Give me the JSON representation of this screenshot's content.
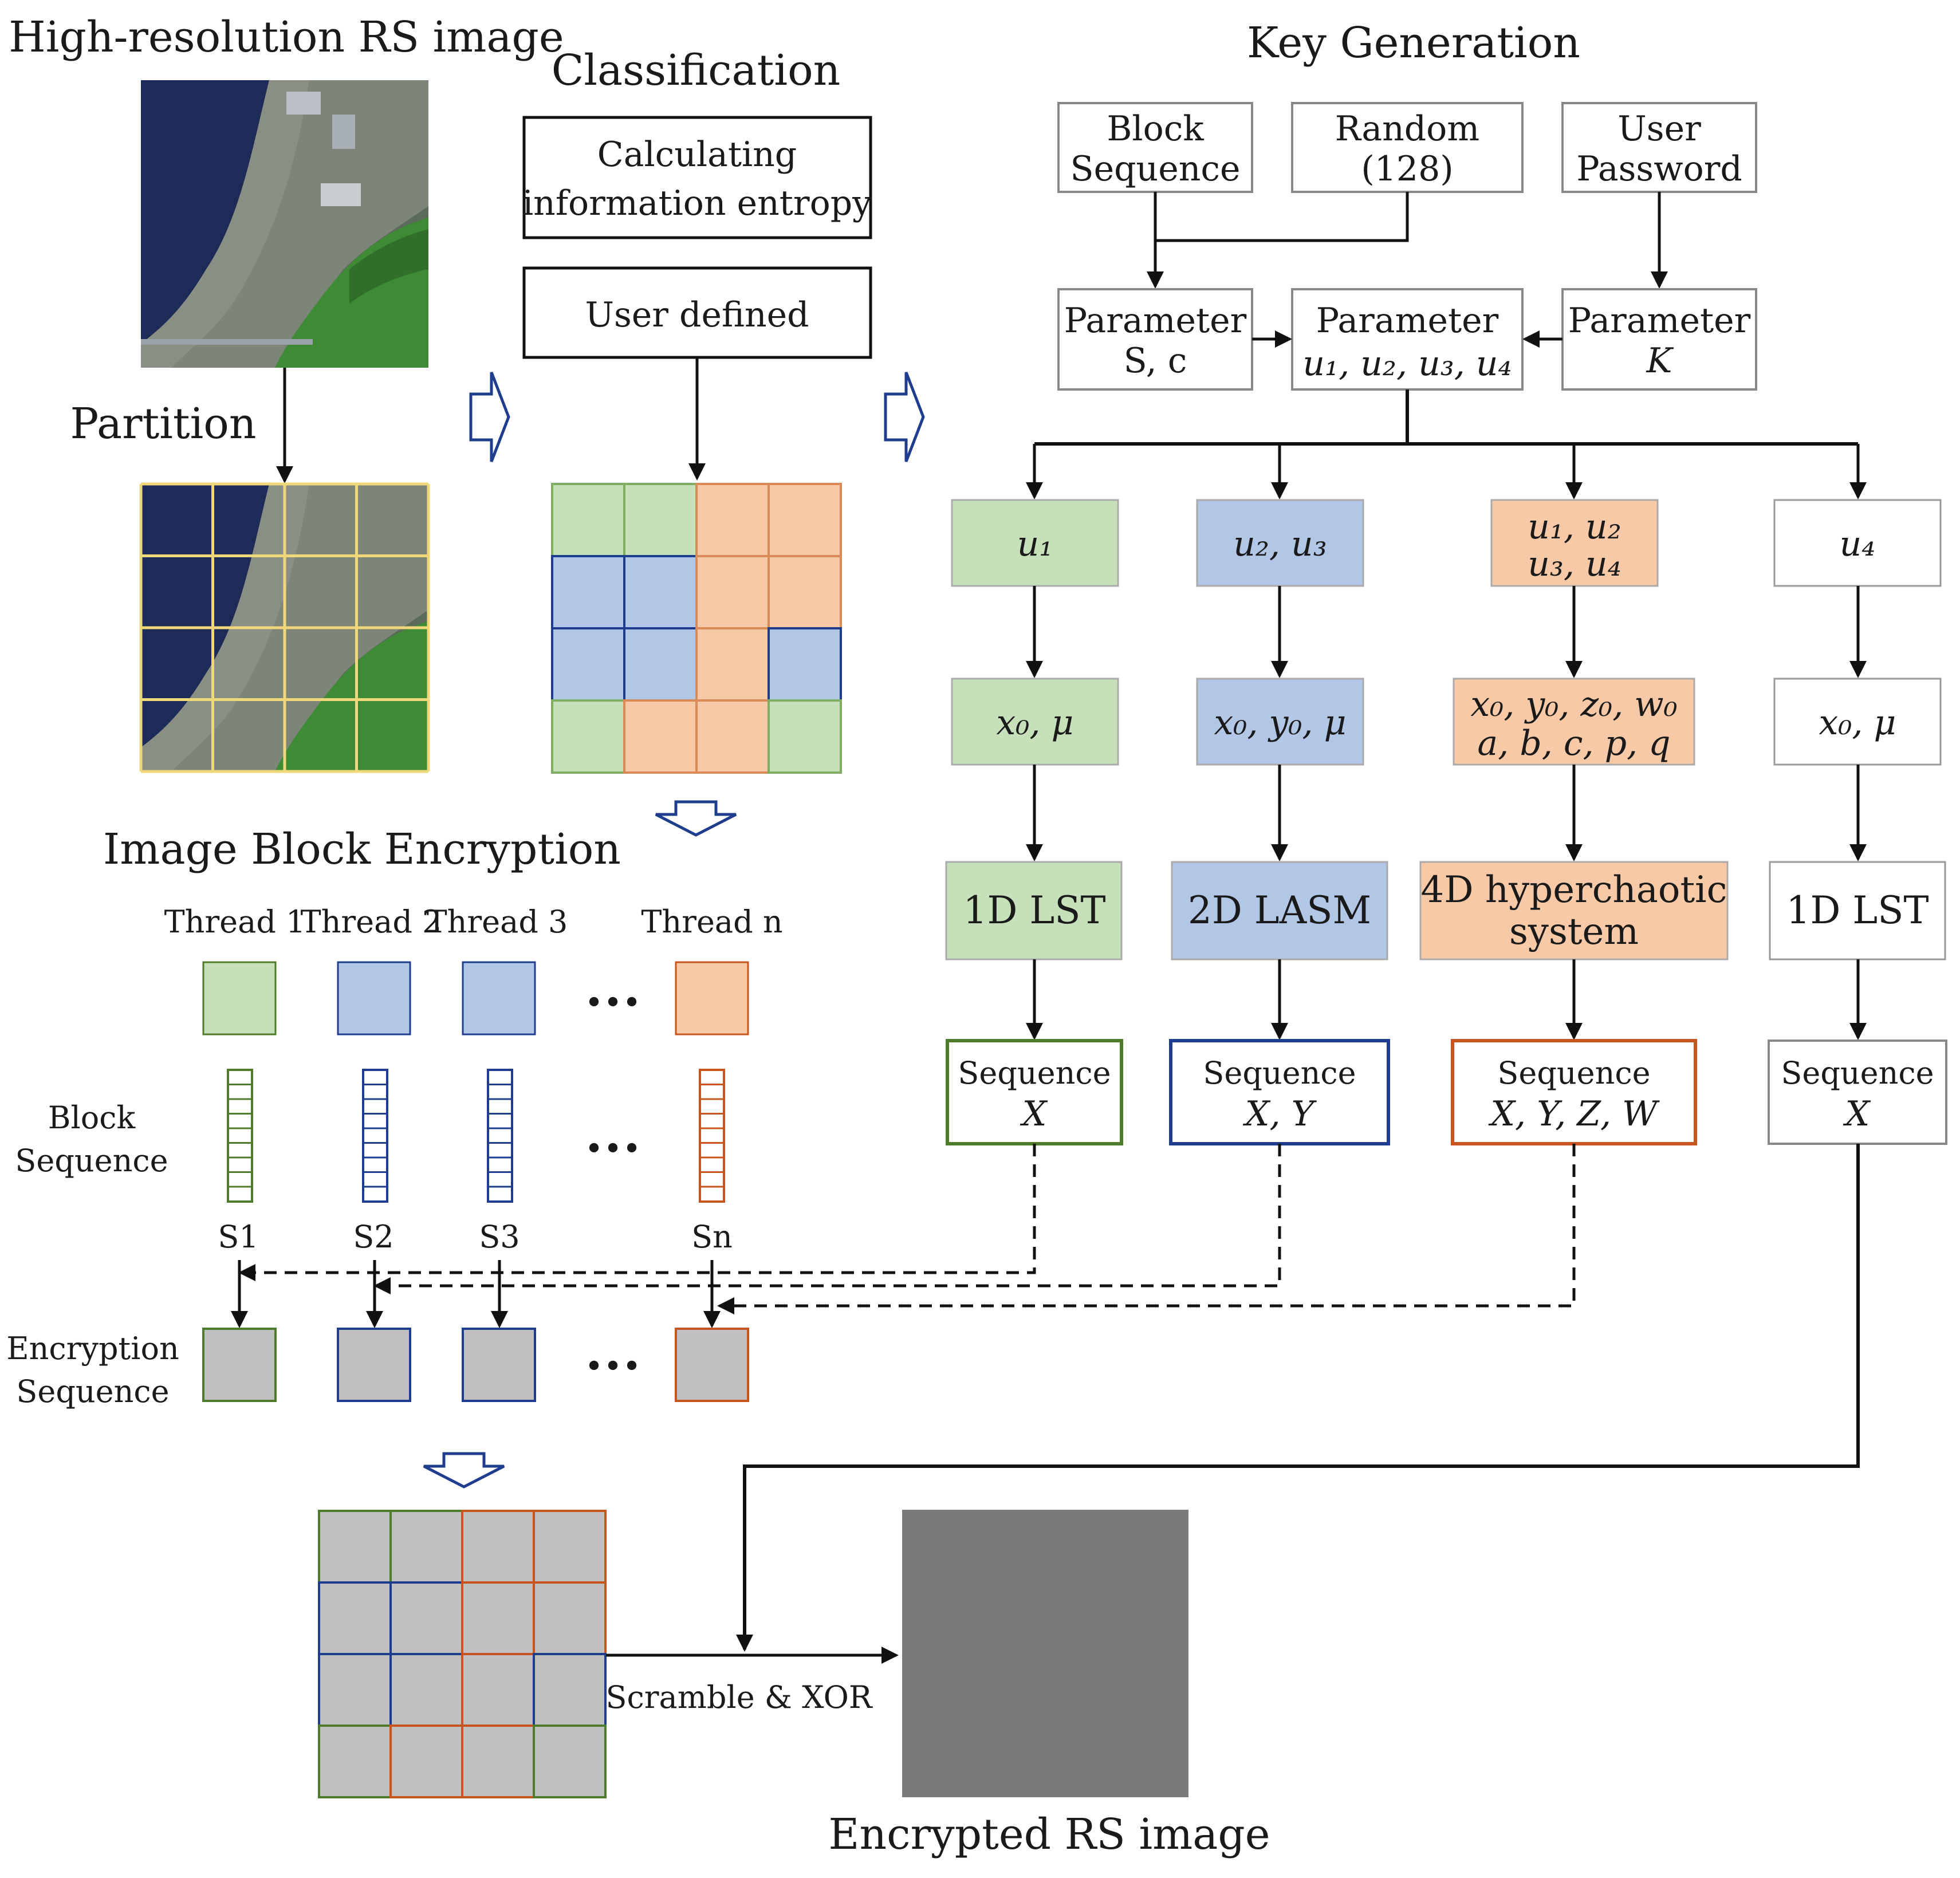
{
  "colors": {
    "green_fill": "#c6e1b9",
    "blue_fill": "#b2c6e6",
    "orange_fill": "#f8c9a6",
    "gray_fill": "#c0c0c0",
    "green_edge": "#4e7b2c",
    "blue_edge": "#1e3d8f",
    "orange_edge": "#c8551e",
    "dark_gray": "#7a7a7a",
    "river": "#1c2b57",
    "forest": "#3f8a35"
  },
  "titles": {
    "rs_image": "High-resolution RS image",
    "partition": "Partition",
    "classification": "Classification",
    "key_generation": "Key Generation",
    "block_encryption": "Image Block Encryption",
    "encrypted": "Encrypted RS image"
  },
  "classification": {
    "entropy_l1": "Calculating",
    "entropy_l2": "information entropy",
    "user_defined": "User defined"
  },
  "key": {
    "block_seq_l1": "Block",
    "block_seq_l2": "Sequence",
    "random_l1": "Random",
    "random_l2": "(128)",
    "password_l1": "User",
    "password_l2": "Password",
    "param_sc_l1": "Parameter",
    "param_sc_l2": "S, c",
    "param_u_l1": "Parameter",
    "param_u_l2": "u₁, u₂, u₃, u₄",
    "param_k_l1": "Parameter",
    "param_k_l2": "K"
  },
  "branches": [
    {
      "u": "u₁",
      "init": "x₀, μ",
      "system": "1D LST",
      "seq_l1": "Sequence",
      "seq_l2": "X"
    },
    {
      "u": "u₂, u₃",
      "init": "x₀, y₀, μ",
      "system": "2D LASM",
      "seq_l1": "Sequence",
      "seq_l2": "X, Y"
    },
    {
      "u_l1": "u₁, u₂",
      "u_l2": "u₃, u₄",
      "init_l1": "x₀, y₀, z₀, w₀",
      "init_l2": "a, b, c, p, q",
      "system_l1": "4D hyperchaotic",
      "system_l2": "system",
      "seq_l1": "Sequence",
      "seq_l2": "X, Y, Z, W"
    },
    {
      "u": "u₄",
      "init": "x₀, μ",
      "system": "1D LST",
      "seq_l1": "Sequence",
      "seq_l2": "X"
    }
  ],
  "threads": [
    "Thread 1",
    "Thread 2",
    "Thread 3",
    "Thread n"
  ],
  "block_seq_l1": "Block",
  "block_seq_l2": "Sequence",
  "seq_labels": [
    "S1",
    "S2",
    "S3",
    "Sn"
  ],
  "enc_seq_l1": "Encryption",
  "enc_seq_l2": "Sequence",
  "ellipsis": "•••",
  "scramble": "Scramble & XOR",
  "class_grid": [
    [
      "green",
      "green",
      "orange",
      "orange"
    ],
    [
      "blue",
      "blue",
      "orange",
      "orange"
    ],
    [
      "blue",
      "blue",
      "orange",
      "blue"
    ],
    [
      "green",
      "orange",
      "orange",
      "green"
    ]
  ]
}
